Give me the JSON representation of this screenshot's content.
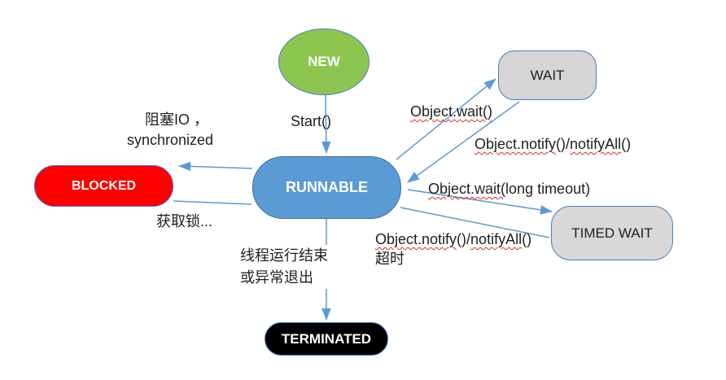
{
  "diagram": {
    "background": "#ffffff",
    "arrow_color": "#5B9BD5",
    "squiggle_color": "#E8261F",
    "nodes": {
      "new": {
        "label": "NEW",
        "fill": "#8CC550",
        "text_color": "#ffffff",
        "border": "#4A7EBD",
        "shape": "ellipse"
      },
      "runnable": {
        "label": "RUNNABLE",
        "fill": "#5B9BD5",
        "text_color": "#ffffff",
        "border": "#41719C",
        "shape": "rounded-rect"
      },
      "blocked": {
        "label": "BLOCKED",
        "fill": "#FF0000",
        "text_color": "#ffffff",
        "border": "#4472C4",
        "shape": "rounded-rect"
      },
      "wait": {
        "label": "WAIT",
        "fill": "#D6D4D4",
        "text_color": "#1f1f1f",
        "border": "#4A7EBD",
        "shape": "rounded-rect"
      },
      "timed_wait": {
        "label": "TIMED WAIT",
        "fill": "#D9D7D7",
        "text_color": "#1f1f1f",
        "border": "#4A7EBD",
        "shape": "rounded-rect"
      },
      "terminated": {
        "label": "TERMINATED",
        "fill": "#000000",
        "text_color": "#ffffff",
        "border": "#4472C4",
        "shape": "rounded-rect"
      }
    },
    "edge_labels": {
      "start": "Start()",
      "block_cause_line1": "阻塞IO ，",
      "block_cause_line2": "synchronized",
      "acquire_lock": "获取锁...",
      "object_wait": "Object.wait()",
      "notify_from_wait": {
        "p1": "Object.notify",
        "p2": "()/",
        "p3": "notifyAll",
        "p4": "()"
      },
      "wait_timeout": {
        "p1": "Object.wait(",
        "p2": "long timeout)"
      },
      "notify_from_timed": {
        "p1": "Object.notify",
        "p2": "()/",
        "p3": "notifyAll",
        "p4": "()"
      },
      "timeout": "超时",
      "terminate_line1": "线程运行结束",
      "terminate_line2": "或异常退出"
    }
  }
}
